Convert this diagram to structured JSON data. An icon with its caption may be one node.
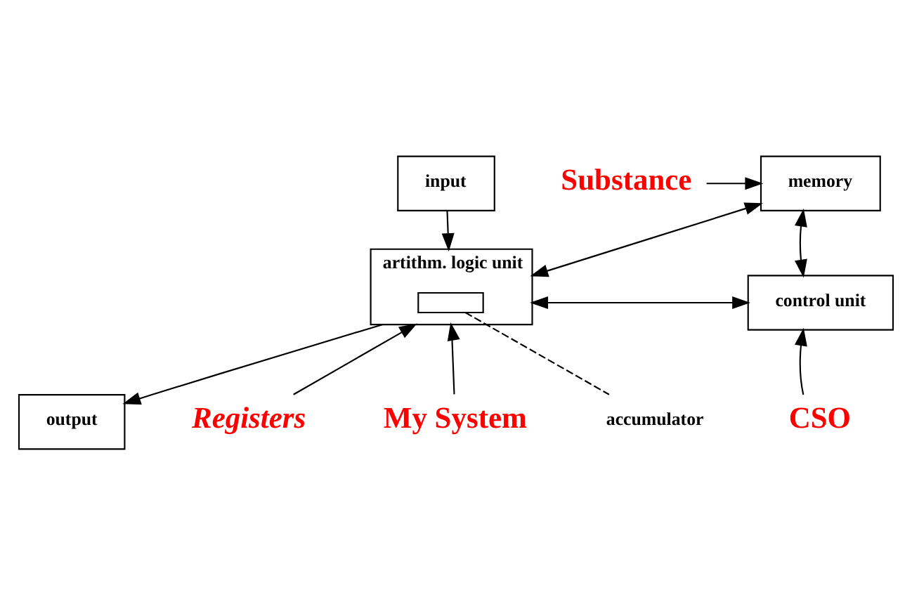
{
  "diagram": {
    "nodes": [
      {
        "text": [
          "memory"
        ]
      },
      {
        "text": [
          "control unit"
        ]
      },
      {
        "text": [
          "artithm. logic unit"
        ]
      },
      {
        "text": [],
        "shape": "box",
        "in": 2
      },
      {
        "text": [
          "input"
        ]
      },
      {
        "text": [
          "output"
        ]
      },
      {
        "text": [
          "Substance"
        ]
      },
      {
        "text": [
          "CSO"
        ]
      },
      {
        "text": [
          "Registers"
        ]
      },
      {
        "text": [
          "My System"
        ]
      },
      {
        "text": [
          "accumulator"
        ]
      }
    ],
    "edges": [
      {
        "from": 0,
        "to": 1,
        "arrow": "both"
      },
      {
        "from": 0,
        "to": 2,
        "arrow": "both"
      },
      {
        "from": 1,
        "to": 2,
        "arrow": "both"
      },
      {
        "from": 4,
        "to": 2,
        "arrow": "to"
      },
      {
        "from": 2,
        "to": 5,
        "arrow": "to"
      },
      {
        "from": 6,
        "to": 0,
        "arrow": "to"
      },
      {
        "from": 7,
        "to": 1,
        "arrow": "to"
      },
      {
        "from": 8,
        "to": 2,
        "arrow": "to"
      },
      {
        "from": 9,
        "to": 2,
        "arrow": "to"
      },
      {
        "from": 10,
        "to": 3,
        "arrow": "none",
        "style": "dashed"
      }
    ]
  }
}
